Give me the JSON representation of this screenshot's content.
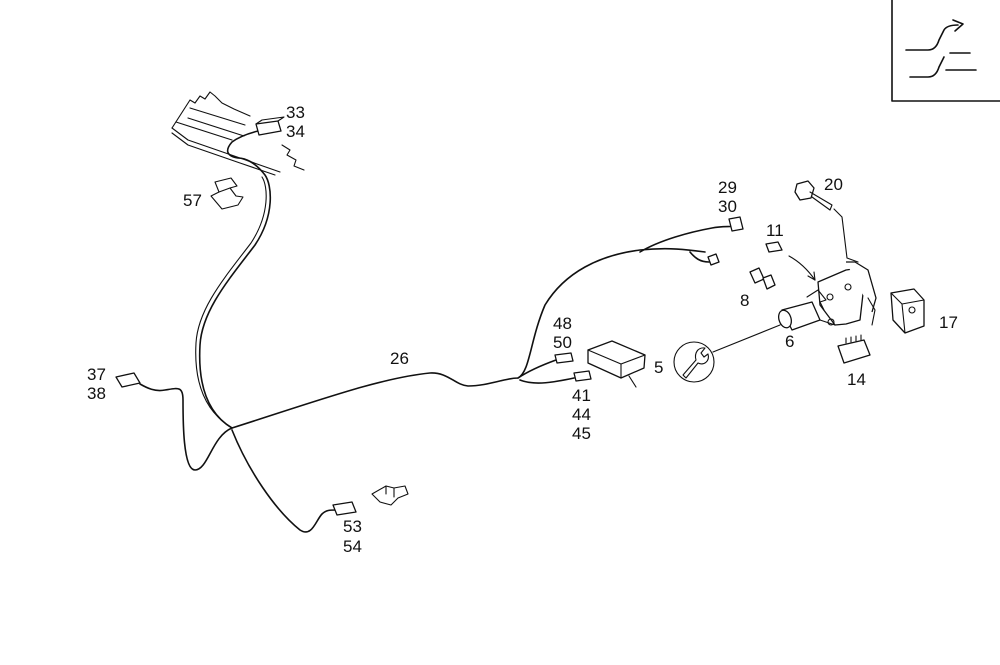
{
  "callouts": {
    "c33": "33",
    "c34": "34",
    "c57": "57",
    "c29": "29",
    "c30": "30",
    "c20": "20",
    "c11": "11",
    "c8": "8",
    "c17": "17",
    "c6": "6",
    "c14": "14",
    "c48": "48",
    "c50": "50",
    "c5": "5",
    "c26": "26",
    "c41": "41",
    "c44": "44",
    "c45": "45",
    "c37": "37",
    "c38": "38",
    "c53": "53",
    "c54": "54"
  },
  "icons": {
    "wrench": "wrench-icon",
    "position_symbol": "position-symbol-icon"
  },
  "colors": {
    "line": "#111111",
    "background": "#ffffff"
  }
}
